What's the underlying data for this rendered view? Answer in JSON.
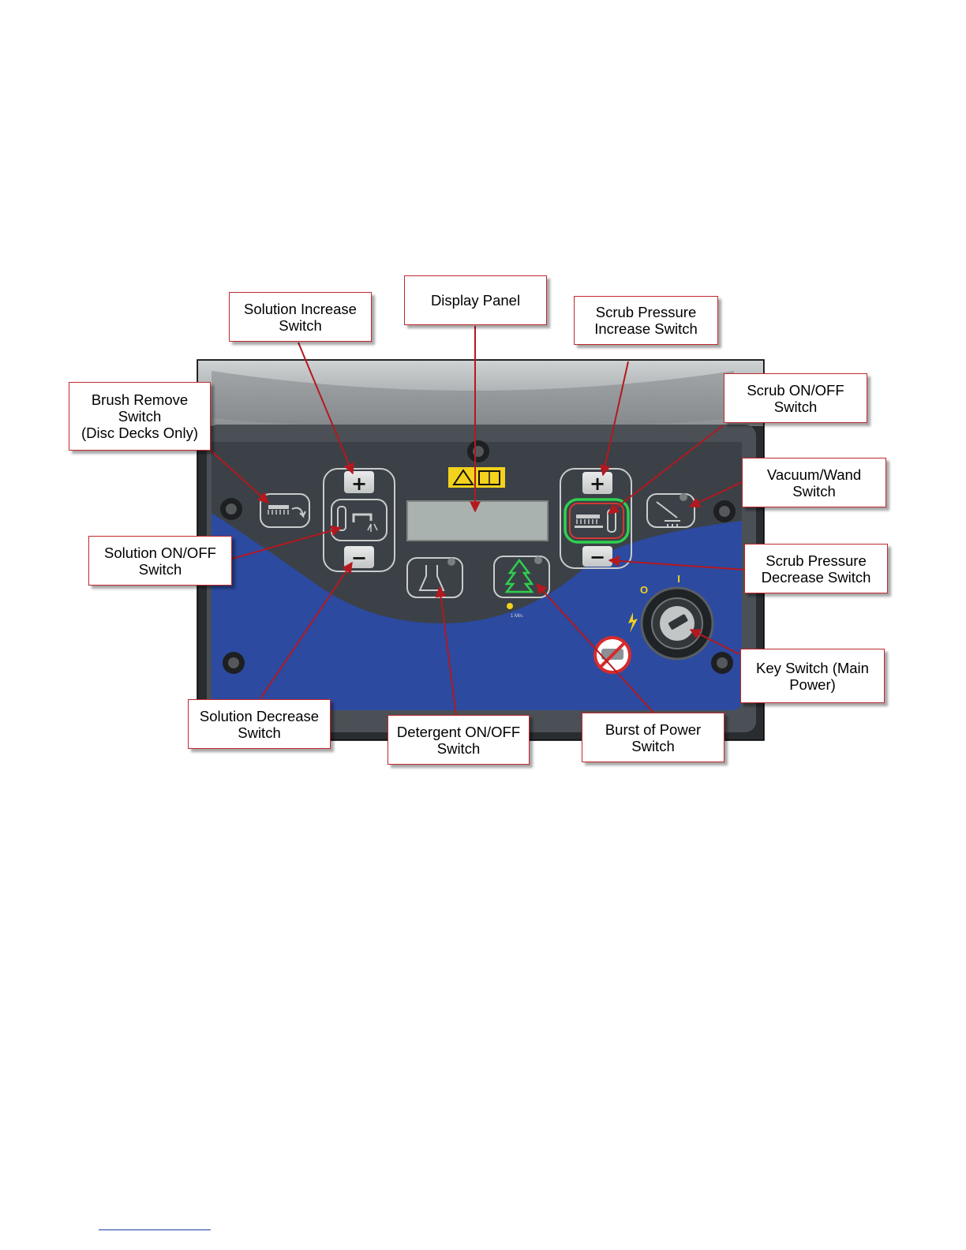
{
  "labels": {
    "solution_increase": [
      "Solution Increase",
      "Switch"
    ],
    "display_panel": [
      "Display Panel"
    ],
    "scrub_pressure_increase": [
      "Scrub Pressure",
      "Increase Switch"
    ],
    "brush_remove": [
      "Brush Remove",
      "Switch",
      "(Disc Decks Only)"
    ],
    "scrub_on_off": [
      "Scrub ON/OFF",
      "Switch"
    ],
    "vacuum_wand": [
      "Vacuum/Wand",
      "Switch"
    ],
    "solution_on_off": [
      "Solution ON/OFF",
      "Switch"
    ],
    "scrub_pressure_decrease": [
      "Scrub Pressure",
      "Decrease Switch"
    ],
    "key_switch": [
      "Key Switch (Main",
      "Power)"
    ],
    "solution_decrease": [
      "Solution Decrease",
      "Switch"
    ],
    "detergent_on_off": [
      "Detergent ON/OFF",
      "Switch"
    ],
    "burst_of_power": [
      "Burst of Power",
      "Switch"
    ]
  },
  "panel": {
    "plus_symbol": "+",
    "minus_symbol": "−",
    "key_off_mark": "O",
    "key_on_mark": "I",
    "burst_time_label": "1 Min."
  },
  "colors": {
    "callout_border": "#c0282d",
    "arrow": "#b3191f",
    "panel_blue": "#2c4aa0",
    "panel_dark": "#3b4147",
    "scrub_ring": "#2fcf4f",
    "burst_icon": "#2fcf4f",
    "warning_yellow": "#f3d21d",
    "lcd": "#a9b2ae"
  },
  "icons": [
    "brush-remove-icon",
    "solution-faucet-icon",
    "scrub-brush-icon",
    "vacuum-wand-icon",
    "detergent-flask-icon",
    "burst-tree-icon",
    "warning-icon",
    "manual-icon",
    "no-ride-icon",
    "lightning-icon",
    "key-icon"
  ]
}
